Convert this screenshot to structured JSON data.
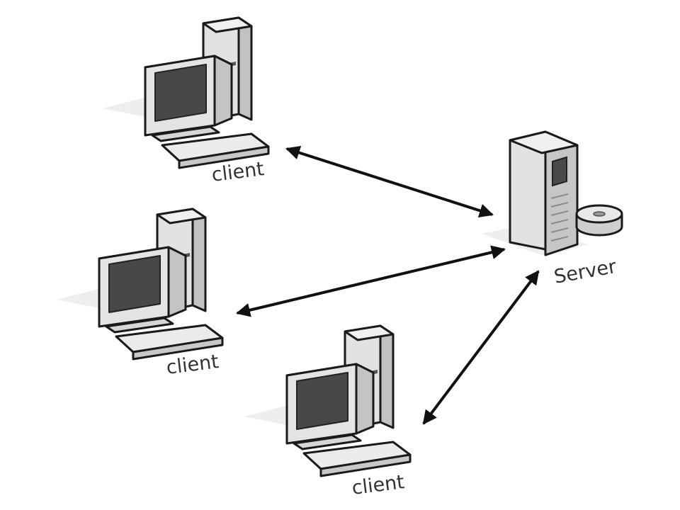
{
  "nodes": {
    "client_top": {
      "label": "client"
    },
    "client_middle": {
      "label": "client"
    },
    "client_bottom": {
      "label": "client"
    },
    "server": {
      "label": "Server"
    }
  },
  "connections": [
    {
      "from": "client_top",
      "to": "server",
      "direction": "bidirectional"
    },
    {
      "from": "client_middle",
      "to": "server",
      "direction": "bidirectional"
    },
    {
      "from": "client_bottom",
      "to": "server",
      "direction": "bidirectional"
    }
  ],
  "colors": {
    "line": "#111111",
    "device_body": "#e4e4e4",
    "device_shade": "#c2c2c2",
    "screen": "#484848",
    "outline": "#1a1a1a",
    "shadow": "#ececec"
  }
}
